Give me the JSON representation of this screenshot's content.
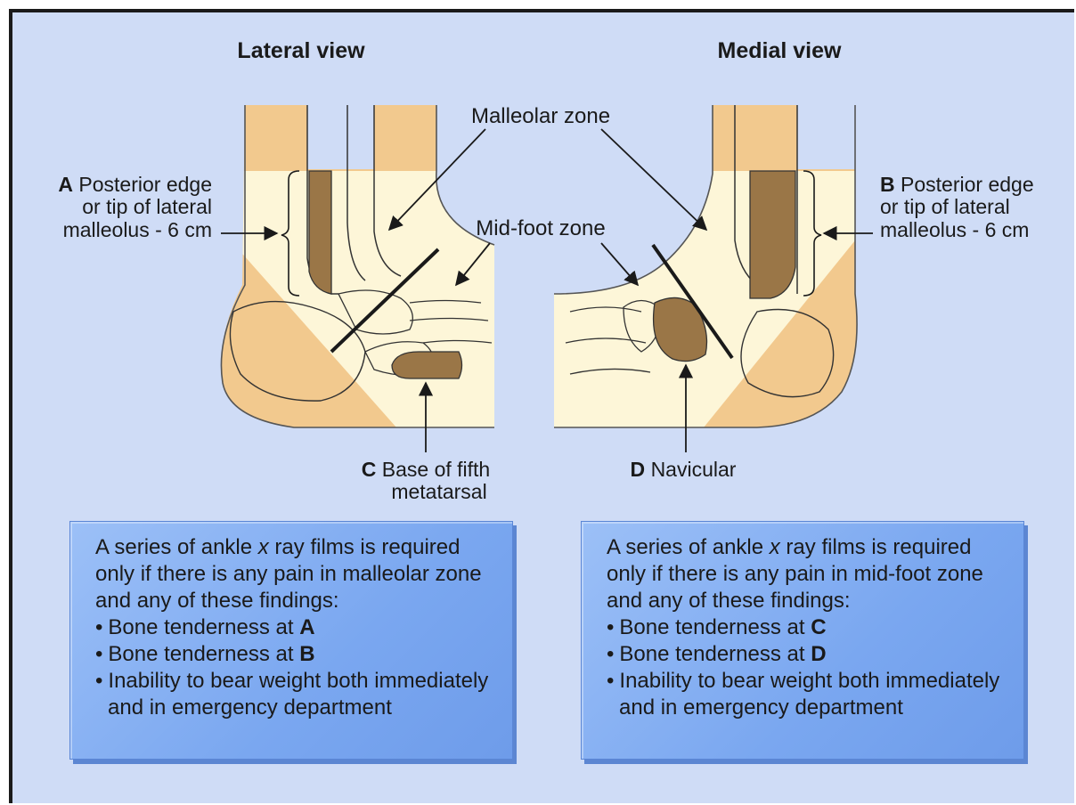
{
  "views": {
    "lateral": {
      "title": "Lateral view"
    },
    "medial": {
      "title": "Medial view"
    }
  },
  "zones": {
    "malleolar": "Malleolar zone",
    "midfoot": "Mid-foot zone"
  },
  "callouts": {
    "a": {
      "letter": "A",
      "line1": "Posterior edge",
      "line2": "or tip of lateral",
      "line3": "malleolus - 6 cm"
    },
    "b": {
      "letter": "B",
      "line1": "Posterior edge",
      "line2": "or tip of lateral",
      "line3": "malleolus - 6 cm"
    },
    "c": {
      "letter": "C",
      "line1": "Base of fifth",
      "line2": "metatarsal"
    },
    "d": {
      "letter": "D",
      "line1": "Navicular"
    }
  },
  "boxes": {
    "left": {
      "intro1_pre": "A series of ankle ",
      "intro1_em": "x",
      "intro1_post": " ray films is required",
      "intro2": "only if there is any pain in malleolar zone",
      "intro3": "and any of these findings:",
      "item1_text": "Bone tenderness at ",
      "item1_letter": "A",
      "item2_text": "Bone tenderness at ",
      "item2_letter": "B",
      "item3_line1": "Inability to bear weight both immediately",
      "item3_line2": "and in emergency department"
    },
    "right": {
      "intro1_pre": "A series of ankle ",
      "intro1_em": "x",
      "intro1_post": " ray films is required",
      "intro2": "only if there is any pain in mid-foot zone",
      "intro3": "and any of these findings:",
      "item1_text": "Bone tenderness at ",
      "item1_letter": "C",
      "item2_text": "Bone tenderness at ",
      "item2_letter": "D",
      "item3_line1": "Inability to bear weight both immediately",
      "item3_line2": "and in emergency department"
    }
  },
  "colors": {
    "background": "#cfdcf6",
    "skin": "#f2c98e",
    "zone_fill": "#fdf6d8",
    "bone_highlight": "#9a7647",
    "box_fill": "#7aa7f0"
  }
}
